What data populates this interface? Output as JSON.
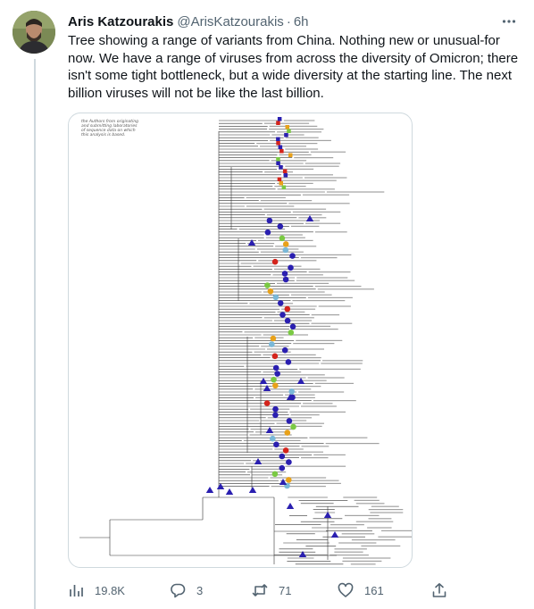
{
  "tweet": {
    "author_name": "Aris Katzourakis",
    "handle": "@ArisKatzourakis",
    "separator": "·",
    "time": "6h",
    "text": "Tree showing a range of variants from China. Nothing new or unusual-for now. We have a range of viruses from across the diversity of Omicron; there isn't some tight bottleneck, but a wide diversity at the starting line. The next billion viruses will not be like the last billion."
  },
  "media": {
    "note_lines": [
      "the Authors from originating",
      "and submitting laboratories",
      "of sequence data on which",
      "this analysis is based."
    ]
  },
  "actions": {
    "views": "19.8K",
    "replies": "3",
    "retweets": "71",
    "likes": "161"
  },
  "colors": {
    "text_primary": "#0f1419",
    "text_secondary": "#536471",
    "border": "#cfd9de",
    "tree_marker": "#2a1fb0"
  },
  "icons": [
    "more-icon",
    "views-icon",
    "reply-icon",
    "retweet-icon",
    "like-icon",
    "share-icon"
  ]
}
